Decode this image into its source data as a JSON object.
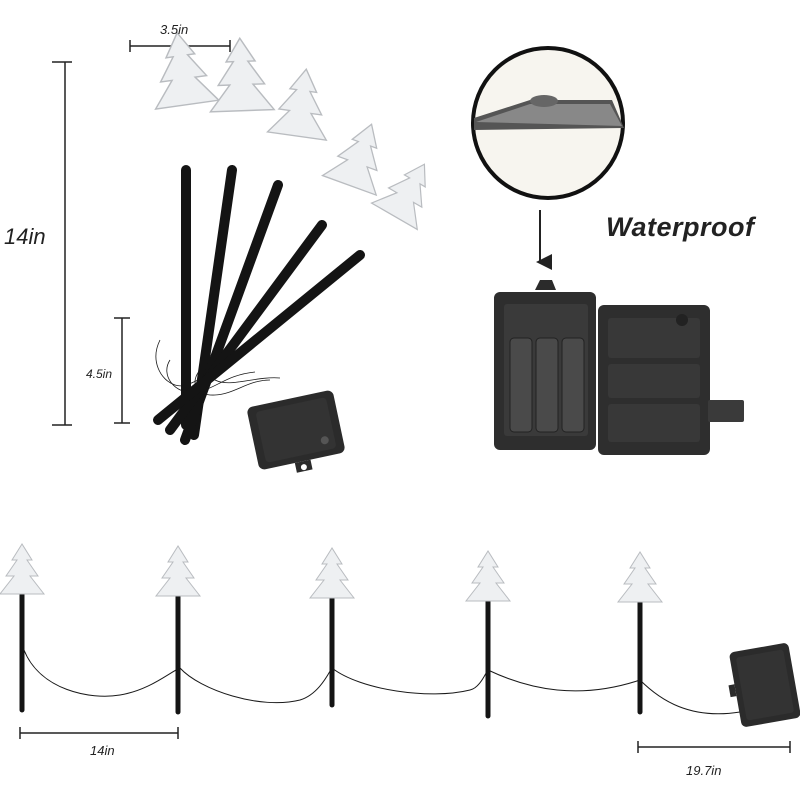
{
  "labels": {
    "tree_width": "3.5in",
    "total_height": "14in",
    "stake_height": "4.5in",
    "waterproof": "Waterproof",
    "spacing": "14in",
    "lead_wire": "19.7in"
  },
  "colors": {
    "background": "#ffffff",
    "stake": "#141414",
    "tree": "#eef0f2",
    "tree_edge": "#b9bcc0",
    "battery_box": "#2b2b2b",
    "wire": "#1a1a1a",
    "dimension_line": "#222222"
  },
  "icons": {
    "stakes_bundle": "tree-stake-light-icon",
    "battery_box_closed": "battery-box-icon",
    "battery_box_open": "open-battery-box-icon",
    "seal_detail": "magnifier-detail-icon",
    "arrow": "arrow-down-icon"
  }
}
